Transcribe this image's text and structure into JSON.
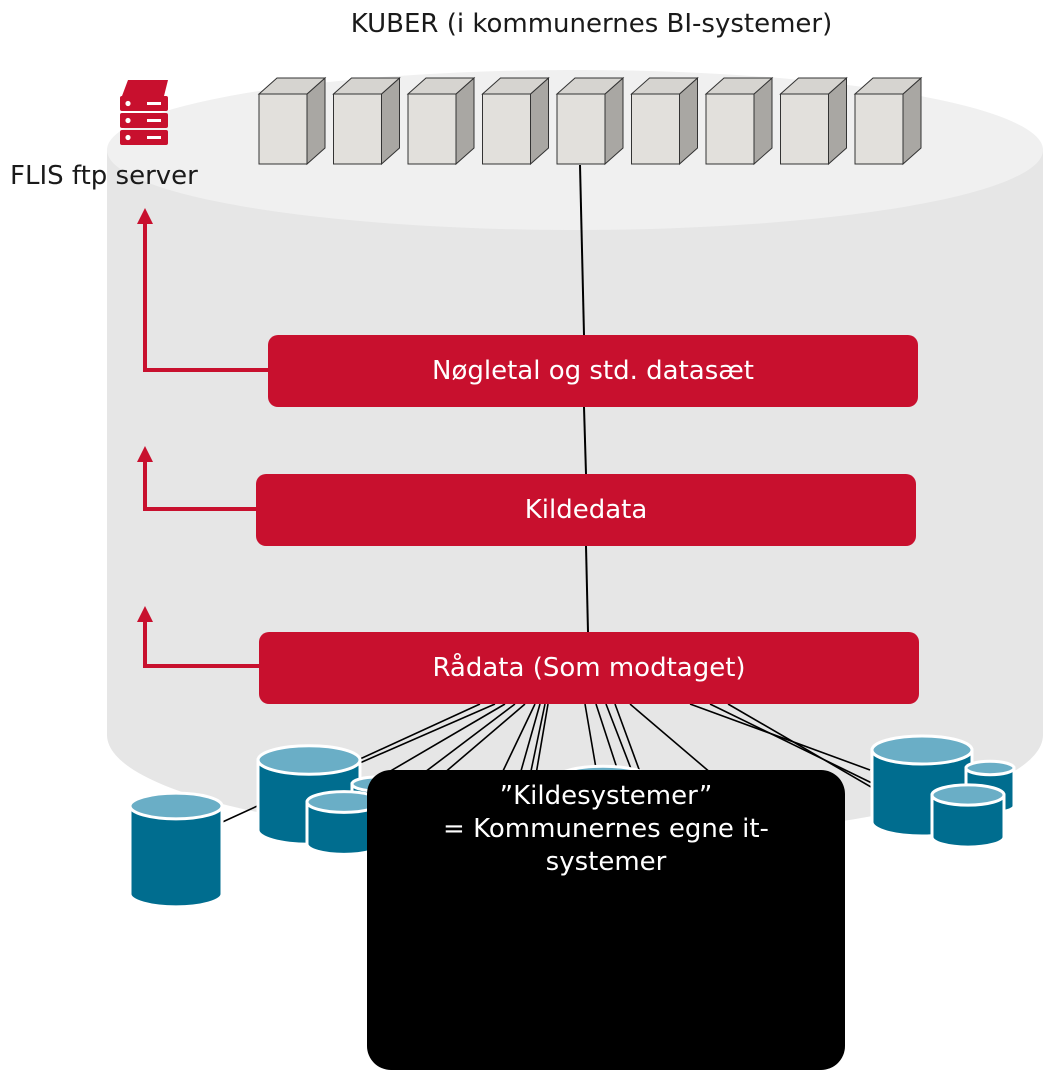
{
  "title": "KUBER (i kommunernes BI-systemer)",
  "ftp_server": {
    "label": "FLIS ftp server",
    "icon": "server-icon"
  },
  "layers": [
    {
      "id": "noegletal",
      "label": "Nøgletal og std. datasæt"
    },
    {
      "id": "kildedata",
      "label": "Kildedata"
    },
    {
      "id": "raadata",
      "label": "Rådata (Som modtaget)"
    }
  ],
  "callout": {
    "line1": "”Kildesystemer”",
    "line2": "= Kommunernes egne it-",
    "line3": "systemer"
  },
  "cube_count": 9,
  "colors": {
    "accent_red": "#c8102e",
    "cylinder_fill": "#e8e8e8",
    "db_blue": "#006d8f",
    "db_top": "#6aaec6",
    "cube_face": "#e2e0dc",
    "cube_side": "#a9a7a3"
  }
}
